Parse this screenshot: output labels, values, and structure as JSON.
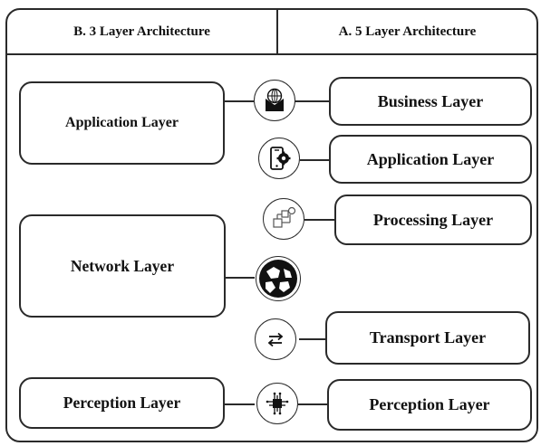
{
  "header": {
    "left_title": "B. 3 Layer Architecture",
    "right_title": "A. 5 Layer Architecture"
  },
  "three_layer": [
    {
      "label": "Application Layer"
    },
    {
      "label": "Network Layer"
    },
    {
      "label": "Perception Layer"
    }
  ],
  "five_layer": [
    {
      "label": "Business Layer"
    },
    {
      "label": "Application Layer"
    },
    {
      "label": "Processing Layer"
    },
    {
      "label": "Transport Layer"
    },
    {
      "label": "Perception Layer"
    }
  ],
  "icons": [
    {
      "name": "globe-mail-icon"
    },
    {
      "name": "mobile-gear-icon"
    },
    {
      "name": "processing-nodes-icon"
    },
    {
      "name": "globe-network-icon"
    },
    {
      "name": "transfer-arrows-icon"
    },
    {
      "name": "chip-icon"
    }
  ]
}
